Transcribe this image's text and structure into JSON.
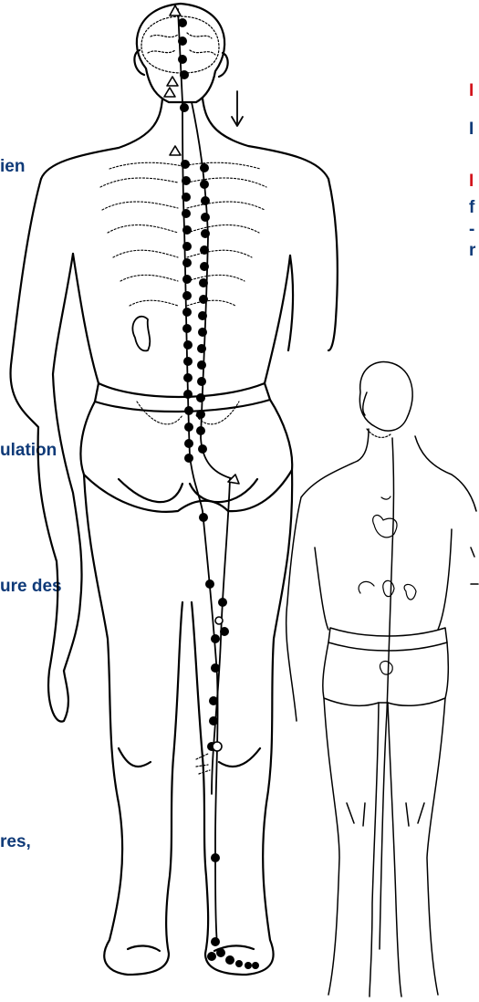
{
  "left_labels": [
    {
      "text": "ien"
    },
    {
      "text": "ulation"
    },
    {
      "text": "ure des"
    },
    {
      "text": "res,"
    }
  ],
  "right_labels": [
    {
      "text": "I"
    },
    {
      "text": "I"
    },
    {
      "text": "I"
    },
    {
      "text": "f"
    },
    {
      "text": "-"
    },
    {
      "text": "r"
    }
  ],
  "colors": {
    "label_blue": "#0f3a78",
    "label_red": "#d3141c",
    "line": "#000000"
  }
}
